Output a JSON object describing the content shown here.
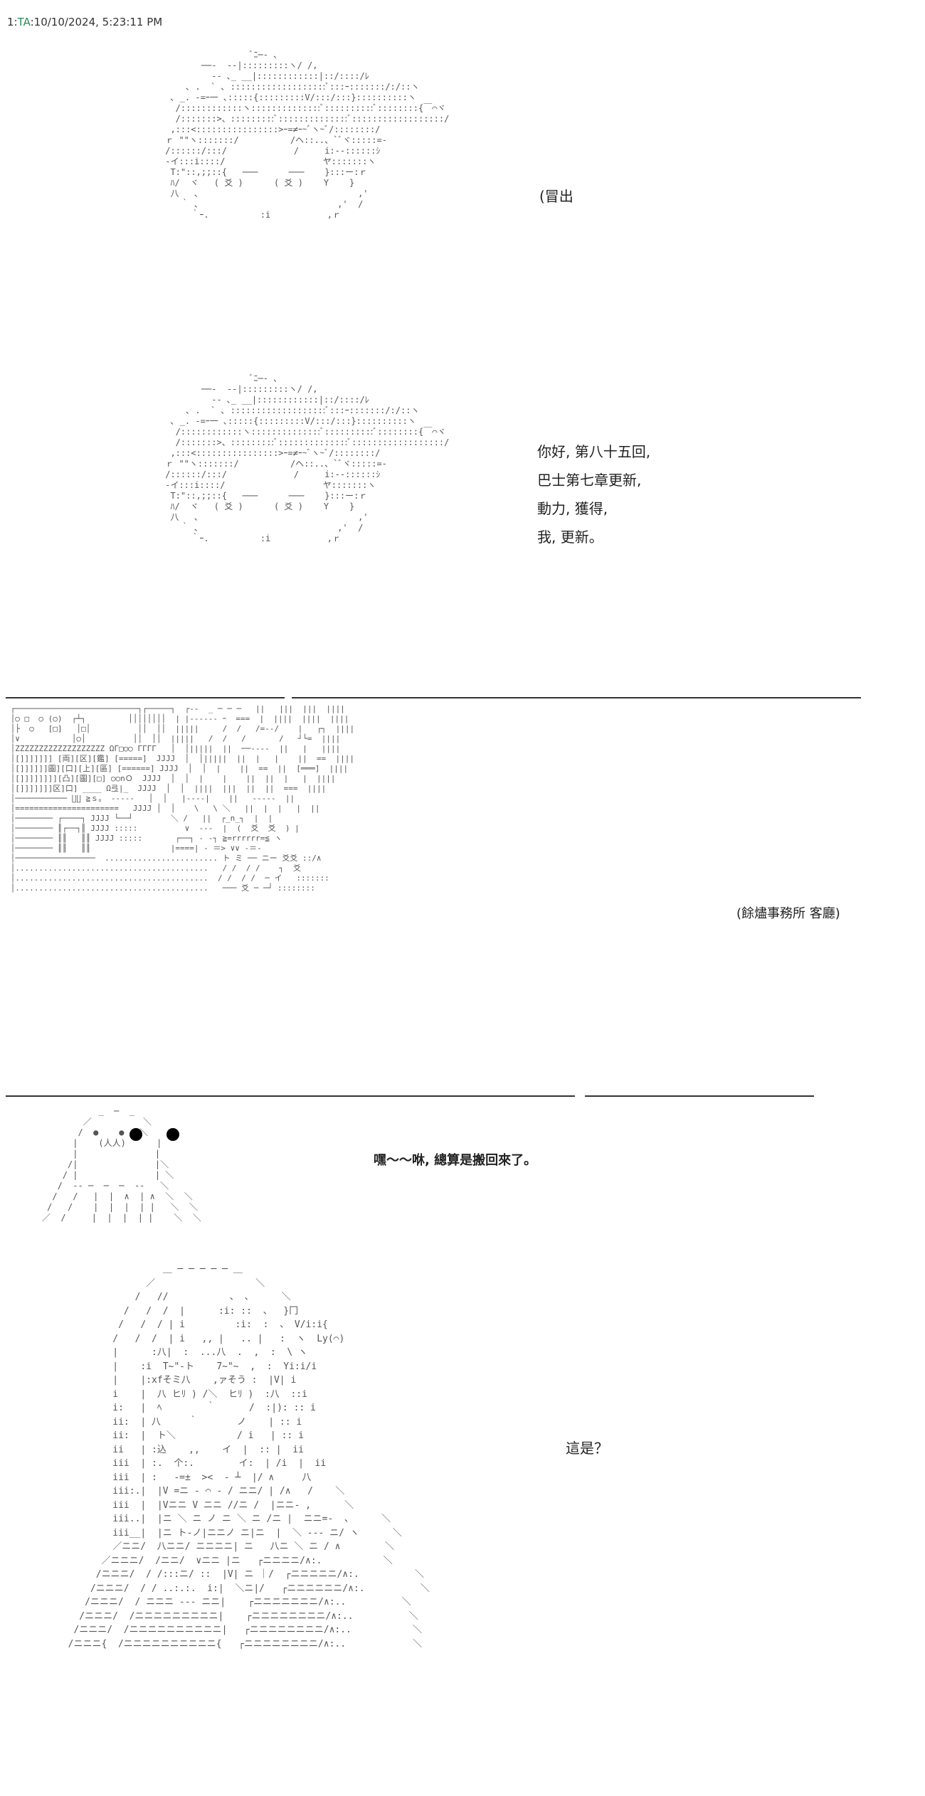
{
  "header": {
    "index": "1:",
    "id": "TA",
    "timestamp": ":10/10/2024, 5:23:11 PM"
  },
  "panel1": {
    "dialogue": "(冒出"
  },
  "panel2": {
    "lines": [
      "你好, 第八十五回,",
      "巴士第七章更新,",
      "動力, 獲得,",
      "我, 更新。"
    ]
  },
  "panel3": {
    "caption": "(餘燼事務所 客廳)"
  },
  "panel4": {
    "dialogue": "嘿～～咻, 總算是搬回來了。"
  },
  "panel5": {
    "dialogue": "這是？"
  }
}
